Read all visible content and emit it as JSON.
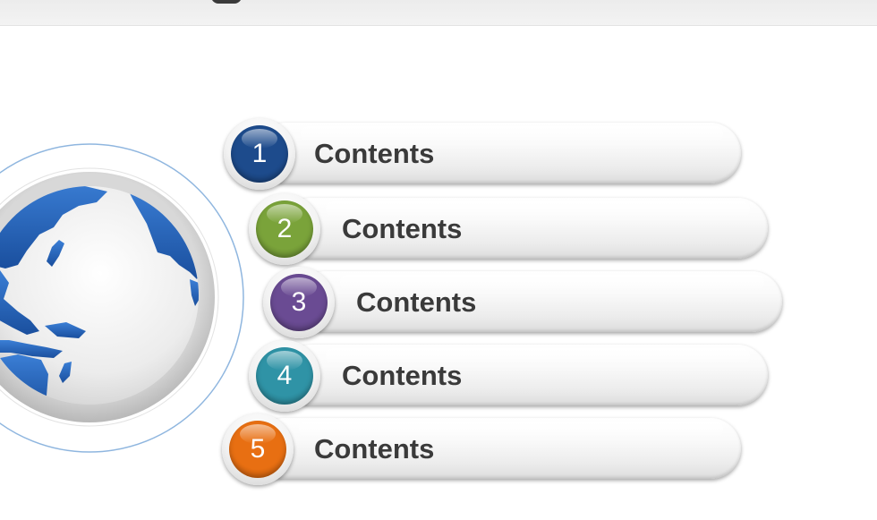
{
  "items": [
    {
      "number": "1",
      "label": "Contents",
      "color": "#1d4b8c"
    },
    {
      "number": "2",
      "label": "Contents",
      "color": "#7aa33a"
    },
    {
      "number": "3",
      "label": "Contents",
      "color": "#6a4b93"
    },
    {
      "number": "4",
      "label": "Contents",
      "color": "#2f93a6"
    },
    {
      "number": "5",
      "label": "Contents",
      "color": "#e86f12"
    }
  ],
  "colors": {
    "globe_ocean": "#ececec",
    "globe_land": "#1f5eb8",
    "globe_frame": "#c8c8c8",
    "orbit_line": "#8fb6df"
  }
}
